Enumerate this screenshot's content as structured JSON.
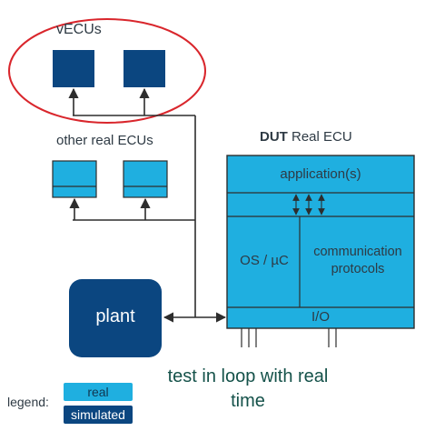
{
  "labels": {
    "vecus": "vECUs",
    "other_real_ecus": "other real ECUs",
    "dut_bold": "DUT",
    "dut_rest": " Real ECU",
    "application": "application(s)",
    "os": "OS / µC",
    "communication": "communication protocols",
    "io": "I/O",
    "plant": "plant",
    "caption": "test in loop with real time",
    "legend": "legend:",
    "legend_real": "real",
    "legend_simulated": "simulated"
  },
  "colors": {
    "real": "#1fafe0",
    "simulated": "#0b4680",
    "highlight_ellipse": "#d9262c",
    "lines": "#2d2d2d",
    "caption": "#15524a"
  }
}
